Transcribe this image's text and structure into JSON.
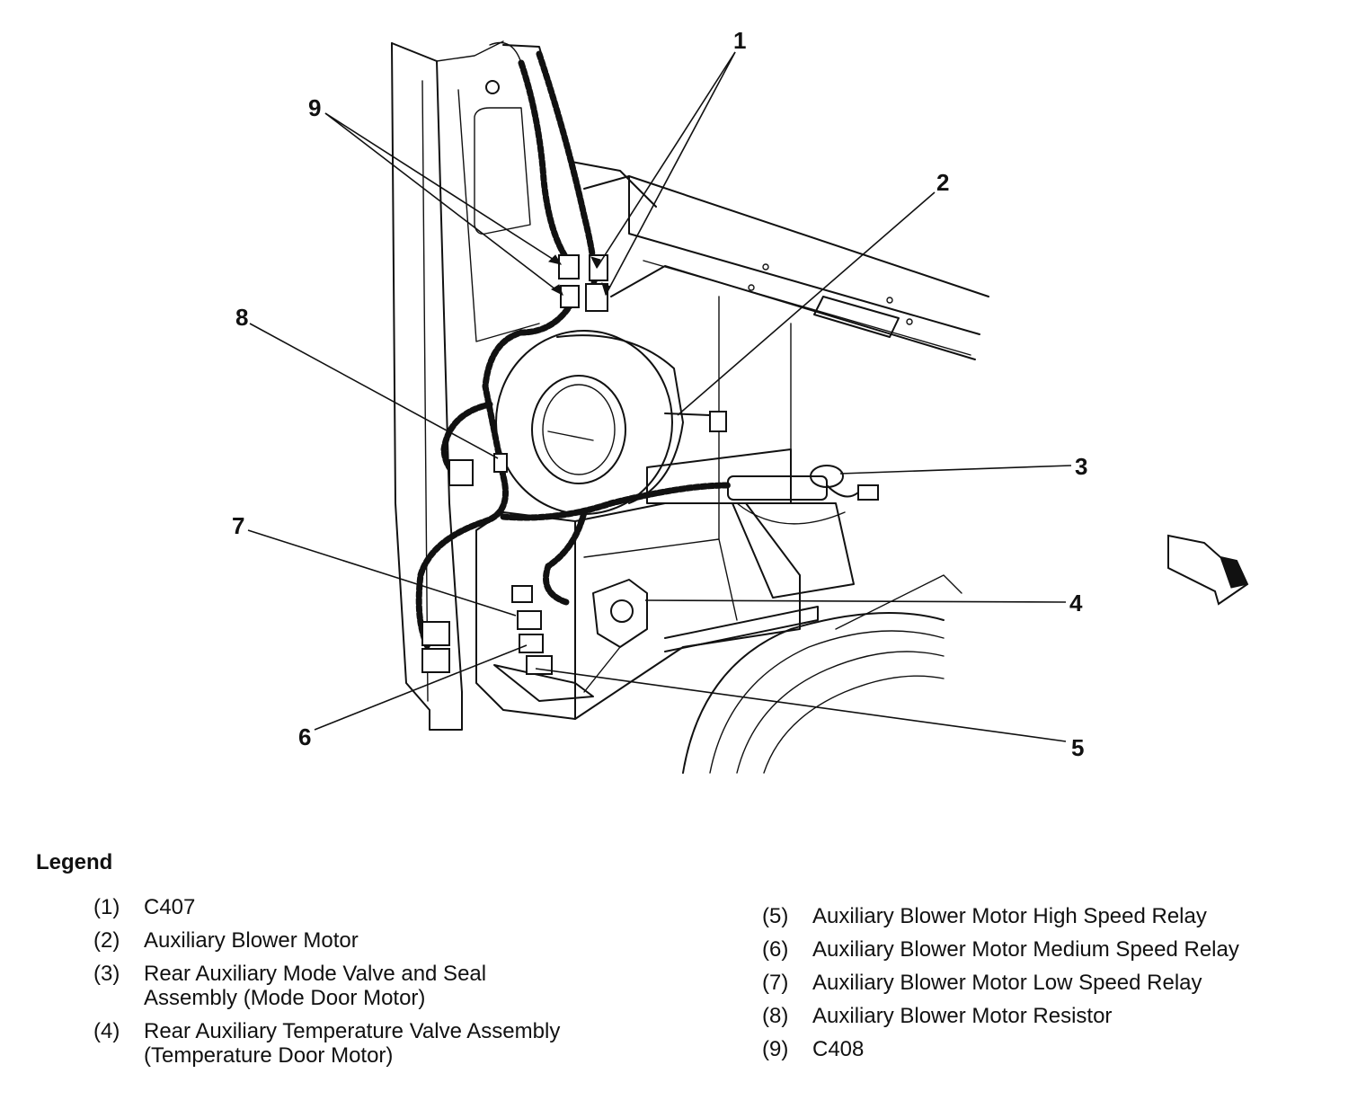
{
  "callouts": [
    "1",
    "2",
    "3",
    "4",
    "5",
    "6",
    "7",
    "8",
    "9"
  ],
  "legend": {
    "title": "Legend",
    "left": [
      {
        "num": "(1)",
        "text": "C407"
      },
      {
        "num": "(2)",
        "text": "Auxiliary Blower Motor"
      },
      {
        "num": "(3)",
        "text": "Rear Auxiliary Mode Valve and Seal\nAssembly (Mode Door Motor)"
      },
      {
        "num": "(4)",
        "text": "Rear Auxiliary Temperature Valve Assembly\n(Temperature Door Motor)"
      }
    ],
    "right": [
      {
        "num": "(5)",
        "text": "Auxiliary Blower Motor High Speed Relay"
      },
      {
        "num": "(6)",
        "text": "Auxiliary Blower Motor Medium Speed Relay"
      },
      {
        "num": "(7)",
        "text": "Auxiliary Blower Motor Low Speed Relay"
      },
      {
        "num": "(8)",
        "text": "Auxiliary Blower Motor Resistor"
      },
      {
        "num": "(9)",
        "text": "C408"
      }
    ]
  }
}
